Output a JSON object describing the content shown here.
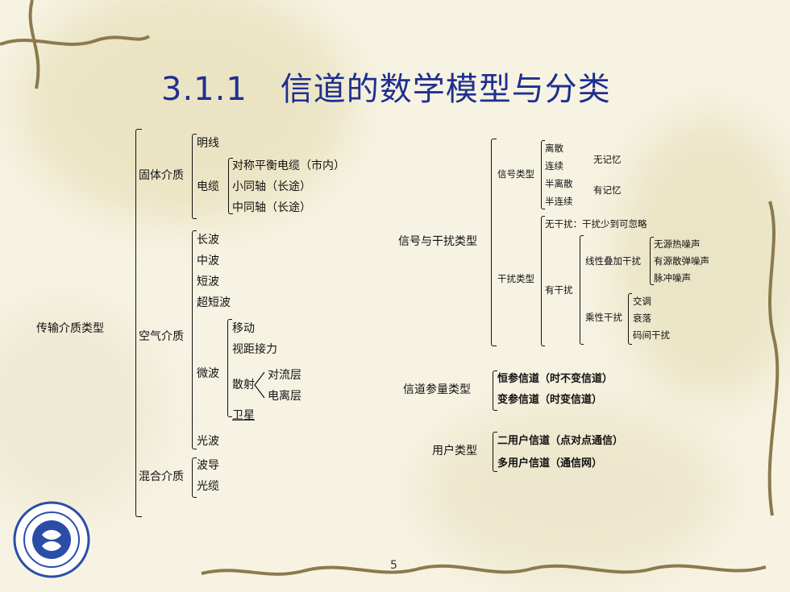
{
  "title": "3.1.1　信道的数学模型与分类",
  "page_number": "5",
  "left_tree": {
    "root": "传输介质类型",
    "solid": {
      "label": "固体介质",
      "open_wire": "明线",
      "cable": "电缆",
      "cable_items": [
        "对称平衡电缆（市内）",
        "小同轴（长途）",
        "中同轴（长途）"
      ]
    },
    "air": {
      "label": "空气介质",
      "items": [
        "长波",
        "中波",
        "短波",
        "超短波"
      ],
      "microwave": "微波",
      "microwave_items": [
        "移动",
        "视距接力"
      ],
      "scatter": "散射",
      "scatter_items": [
        "对流层",
        "电离层"
      ],
      "satellite": "卫星",
      "light": "光波"
    },
    "mixed": {
      "label": "混合介质",
      "items": [
        "波导",
        "光缆"
      ]
    }
  },
  "right_tree": {
    "root": "信号与干扰类型",
    "signal": {
      "label": "信号类型",
      "items": [
        "离散",
        "连续",
        "半离散",
        "半连续"
      ],
      "notes": [
        "无记忆",
        "有记忆"
      ]
    },
    "interference": {
      "label": "干扰类型",
      "none": "无干扰：干扰少到可忽略",
      "has": "有干扰",
      "additive": "线性叠加干扰",
      "additive_items": [
        "无源热噪声",
        "有源散弹噪声",
        "脉冲噪声"
      ],
      "multiplicative": "乘性干扰",
      "multiplicative_items": [
        "交调",
        "衰落",
        "码间干扰"
      ]
    }
  },
  "param_tree": {
    "root": "信道参量类型",
    "items": [
      "恒参信道（时不变信道）",
      "变参信道（时变信道）"
    ]
  },
  "user_tree": {
    "root": "用户类型",
    "items": [
      "二用户信道（点对点通信）",
      "多用户信道（通信网）"
    ]
  }
}
